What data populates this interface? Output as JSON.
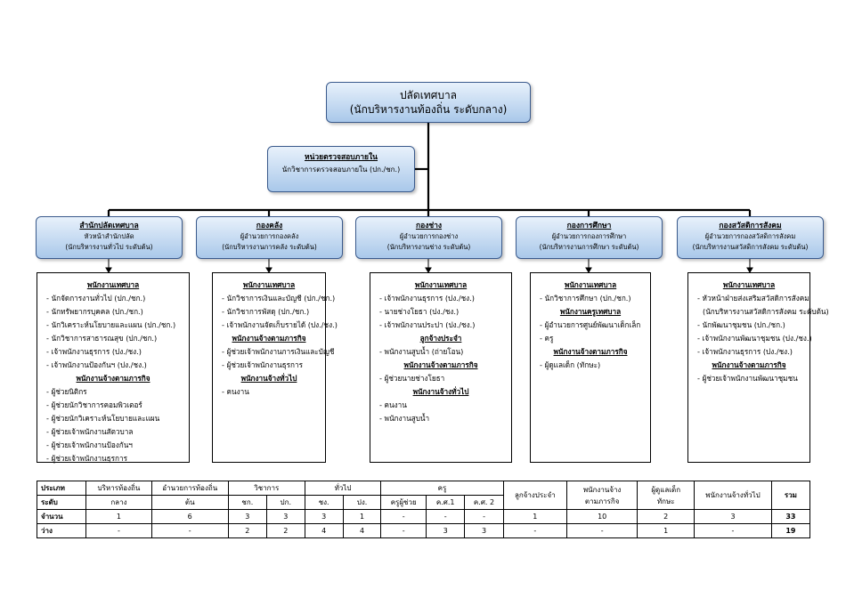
{
  "top": {
    "line1": "ปลัดเทศบาล",
    "line2": "(นักบริหารงานท้องถิ่น ระดับกลาง)"
  },
  "audit": {
    "title": "หน่วยตรวจสอบภายใน",
    "sub": "นักวิชาการตรวจสอบภายใน (ปก./ชก.)"
  },
  "depts": [
    {
      "title": "สำนักปลัดเทศบาล",
      "line1": "หัวหน้าสำนักปลัด",
      "line2": "(นักบริหารงานทั่วไป ระดับต้น)"
    },
    {
      "title": "กองคลัง",
      "line1": "ผู้อำนวยการกองคลัง",
      "line2": "(นักบริหารงานการคลัง ระดับต้น)"
    },
    {
      "title": "กองช่าง",
      "line1": "ผู้อำนวยการกองช่าง",
      "line2": "(นักบริหารงานช่าง ระดับต้น)"
    },
    {
      "title": "กองการศึกษา",
      "line1": "ผู้อำนวยการกองการศึกษา",
      "line2": "(นักบริหารงานการศึกษา ระดับต้น)"
    },
    {
      "title": "กองสวัสดิการสังคม",
      "line1": "ผู้อำนวยการกองสวัสดิการสังคม",
      "line2": "(นักบริหารงานสวัสดิการสังคม ระดับต้น)"
    }
  ],
  "panels": [
    {
      "sections": [
        {
          "head": "พนักงานเทศบาล",
          "items": [
            "- นักจัดการงานทั่วไป (ปก./ชก.)",
            "- นักทรัพยากรบุคคล (ปก./ชก.)",
            "- นักวิเคราะห์นโยบายและแผน (ปก./ชก.)",
            "- นักวิชาการสาธารณสุข (ปก./ชก.)",
            "- เจ้าพนักงานธุรการ (ปง./ชง.)",
            "- เจ้าพนักงานป้องกันฯ (ปง./ชง.)"
          ]
        },
        {
          "head": "พนักงานจ้างตามภารกิจ",
          "items": [
            "- ผู้ช่วยนิติกร",
            "- ผู้ช่วยนักวิชาการคอมพิวเตอร์",
            "- ผู้ช่วยนักวิเคราะห์นโยบายและแผน",
            "- ผู้ช่วยเจ้าพนักงานสัตวบาล",
            "- ผู้ช่วยเจ้าพนักงานป้องกันฯ",
            "- ผู้ช่วยเจ้าพนักงานธุรการ"
          ]
        }
      ]
    },
    {
      "sections": [
        {
          "head": "พนักงานเทศบาล",
          "items": [
            "- นักวิชาการเงินและบัญชี (ปก./ชก.)",
            "- นักวิชาการพัสดุ (ปก./ชก.)",
            "- เจ้าพนักงานจัดเก็บรายได้ (ปง./ชง.)"
          ]
        },
        {
          "head": "พนักงานจ้างตามภารกิจ",
          "items": [
            "- ผู้ช่วยเจ้าพนักงานการเงินและบัญชี",
            "- ผู้ช่วยเจ้าพนักงานธุรการ"
          ]
        },
        {
          "head": "พนักงานจ้างทั่วไป",
          "items": [
            "- คนงาน"
          ]
        }
      ]
    },
    {
      "sections": [
        {
          "head": "พนักงานเทศบาล",
          "items": [
            "- เจ้าพนักงานธุรการ (ปง./ชง.)",
            "- นายช่างโยธา (ปง./ชง.)",
            "- เจ้าพนักงานประปา (ปง./ชง.)"
          ]
        },
        {
          "head": "ลูกจ้างประจำ",
          "items": [
            "- พนักงานสูบน้ำ (ถ่ายโอน)"
          ]
        },
        {
          "head": "พนักงานจ้างตามภารกิจ",
          "items": [
            "- ผู้ช่วยนายช่างโยธา"
          ]
        },
        {
          "head": "พนักงานจ้างทั่วไป",
          "items": [
            "- คนงาน",
            "- พนักงานสูบน้ำ"
          ]
        }
      ]
    },
    {
      "sections": [
        {
          "head": "พนักงานเทศบาล",
          "items": [
            "- นักวิชาการศึกษา (ปก./ชก.)"
          ]
        },
        {
          "head": "พนักงานครูเทศบาล",
          "items": [
            "- ผู้อำนวยการศูนย์พัฒนาเด็กเล็ก",
            "- ครู"
          ]
        },
        {
          "head": "พนักงานจ้างตามภารกิจ",
          "items": [
            "- ผู้ดูแลเด็ก (ทักษะ)"
          ]
        }
      ]
    },
    {
      "sections": [
        {
          "head": "พนักงานเทศบาล",
          "items": [
            "- หัวหน้าฝ่ายส่งเสริมสวัสดิการสังคม",
            "(นักบริหารงานสวัสดิการสังคม ระดับต้น)",
            "- นักพัฒนาชุมชน (ปก./ชก.)",
            "- เจ้าพนักงานพัฒนาชุมชน (ปง./ชง.)",
            "- เจ้าพนักงานธุรการ (ปง./ชง.)"
          ]
        },
        {
          "head": "พนักงานจ้างตามภารกิจ",
          "items": [
            "- ผู้ช่วยเจ้าพนักงานพัฒนาชุมชน"
          ]
        }
      ]
    }
  ],
  "table": {
    "r1": {
      "a": "ประเภท",
      "b": "บริหารท้องถิ่น",
      "c": "อำนวยการท้องถิ่น",
      "d": "วิชาการ",
      "e": "ทั่วไป",
      "f": "ครู",
      "g": "ลูกจ้างประจำ",
      "h1": "พนักงานจ้าง",
      "i1": "ผู้ดูแลเด็ก",
      "j": "พนักงานจ้างทั่วไป",
      "k": "รวม"
    },
    "r2": {
      "a": "ระดับ",
      "b": "กลาง",
      "c": "ต้น",
      "d1": "ชก.",
      "d2": "ปก.",
      "e1": "ชง.",
      "e2": "ปง.",
      "f1": "ครูผู้ช่วย",
      "f2": "ค.ศ.1",
      "f3": "ค.ศ. 2",
      "h2": "ตามภารกิจ",
      "i2": "ทักษะ"
    },
    "rows": [
      {
        "label": "จำนวน",
        "cells": [
          "1",
          "6",
          "3",
          "3",
          "3",
          "1",
          "-",
          "-",
          "-",
          "1",
          "10",
          "2",
          "3",
          "33"
        ]
      },
      {
        "label": "ว่าง",
        "cells": [
          "-",
          "-",
          "2",
          "2",
          "4",
          "4",
          "-",
          "3",
          "3",
          "-",
          "-",
          "1",
          "-",
          "19"
        ]
      }
    ]
  }
}
